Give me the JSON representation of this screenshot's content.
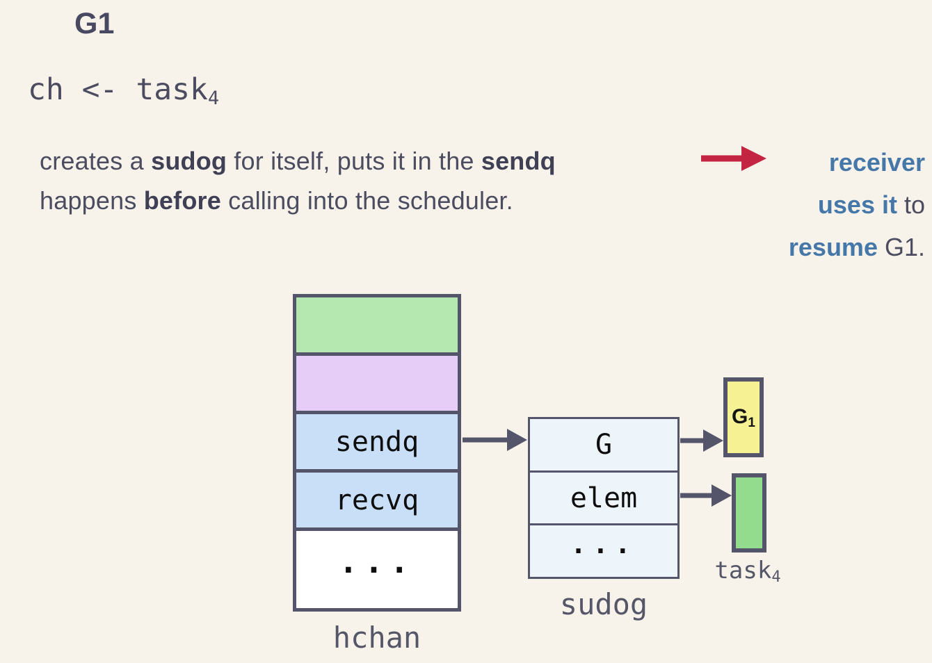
{
  "colors": {
    "background": "#f7f3ea",
    "text_dark": "#4c4c61",
    "text_bold_dark": "#3f3f55",
    "accent_blue": "#4578a9",
    "accent_red": "#c32441",
    "box_border": "#54546a",
    "hchan_green_cell": "#b5e8b0",
    "hchan_purple_cell": "#e6cdf7",
    "hchan_blue_cell": "#c9dff7",
    "sudog_fill": "#edf5fb",
    "g1_yellow": "#f6f294",
    "task_green": "#93dc8e",
    "diagram_label_gray": "#565669"
  },
  "header": {
    "title": "G1"
  },
  "code": {
    "text": "ch <- task",
    "subscript": "4"
  },
  "paragraph": {
    "line1": {
      "seg1": "creates a ",
      "bold1": "sudog",
      "seg2": " for itself, puts it in the ",
      "bold2": "sendq"
    },
    "line2": {
      "seg1": "happens ",
      "highlight": "before",
      "seg2": " calling into the scheduler."
    }
  },
  "note": {
    "line1": {
      "highlight": "receiver"
    },
    "line2": {
      "highlight": "uses it",
      "rest": " to"
    },
    "line3": {
      "highlight": "resume",
      "rest": " G1."
    }
  },
  "diagram": {
    "hchan": {
      "label": "hchan",
      "cells": [
        "",
        "",
        "sendq",
        "recvq",
        "..."
      ]
    },
    "sudog": {
      "label": "sudog",
      "cells": [
        "G",
        "elem",
        "..."
      ]
    },
    "g1_box": {
      "text": "G",
      "subscript": "1"
    },
    "task_label": {
      "text": "task",
      "subscript": "4"
    }
  }
}
